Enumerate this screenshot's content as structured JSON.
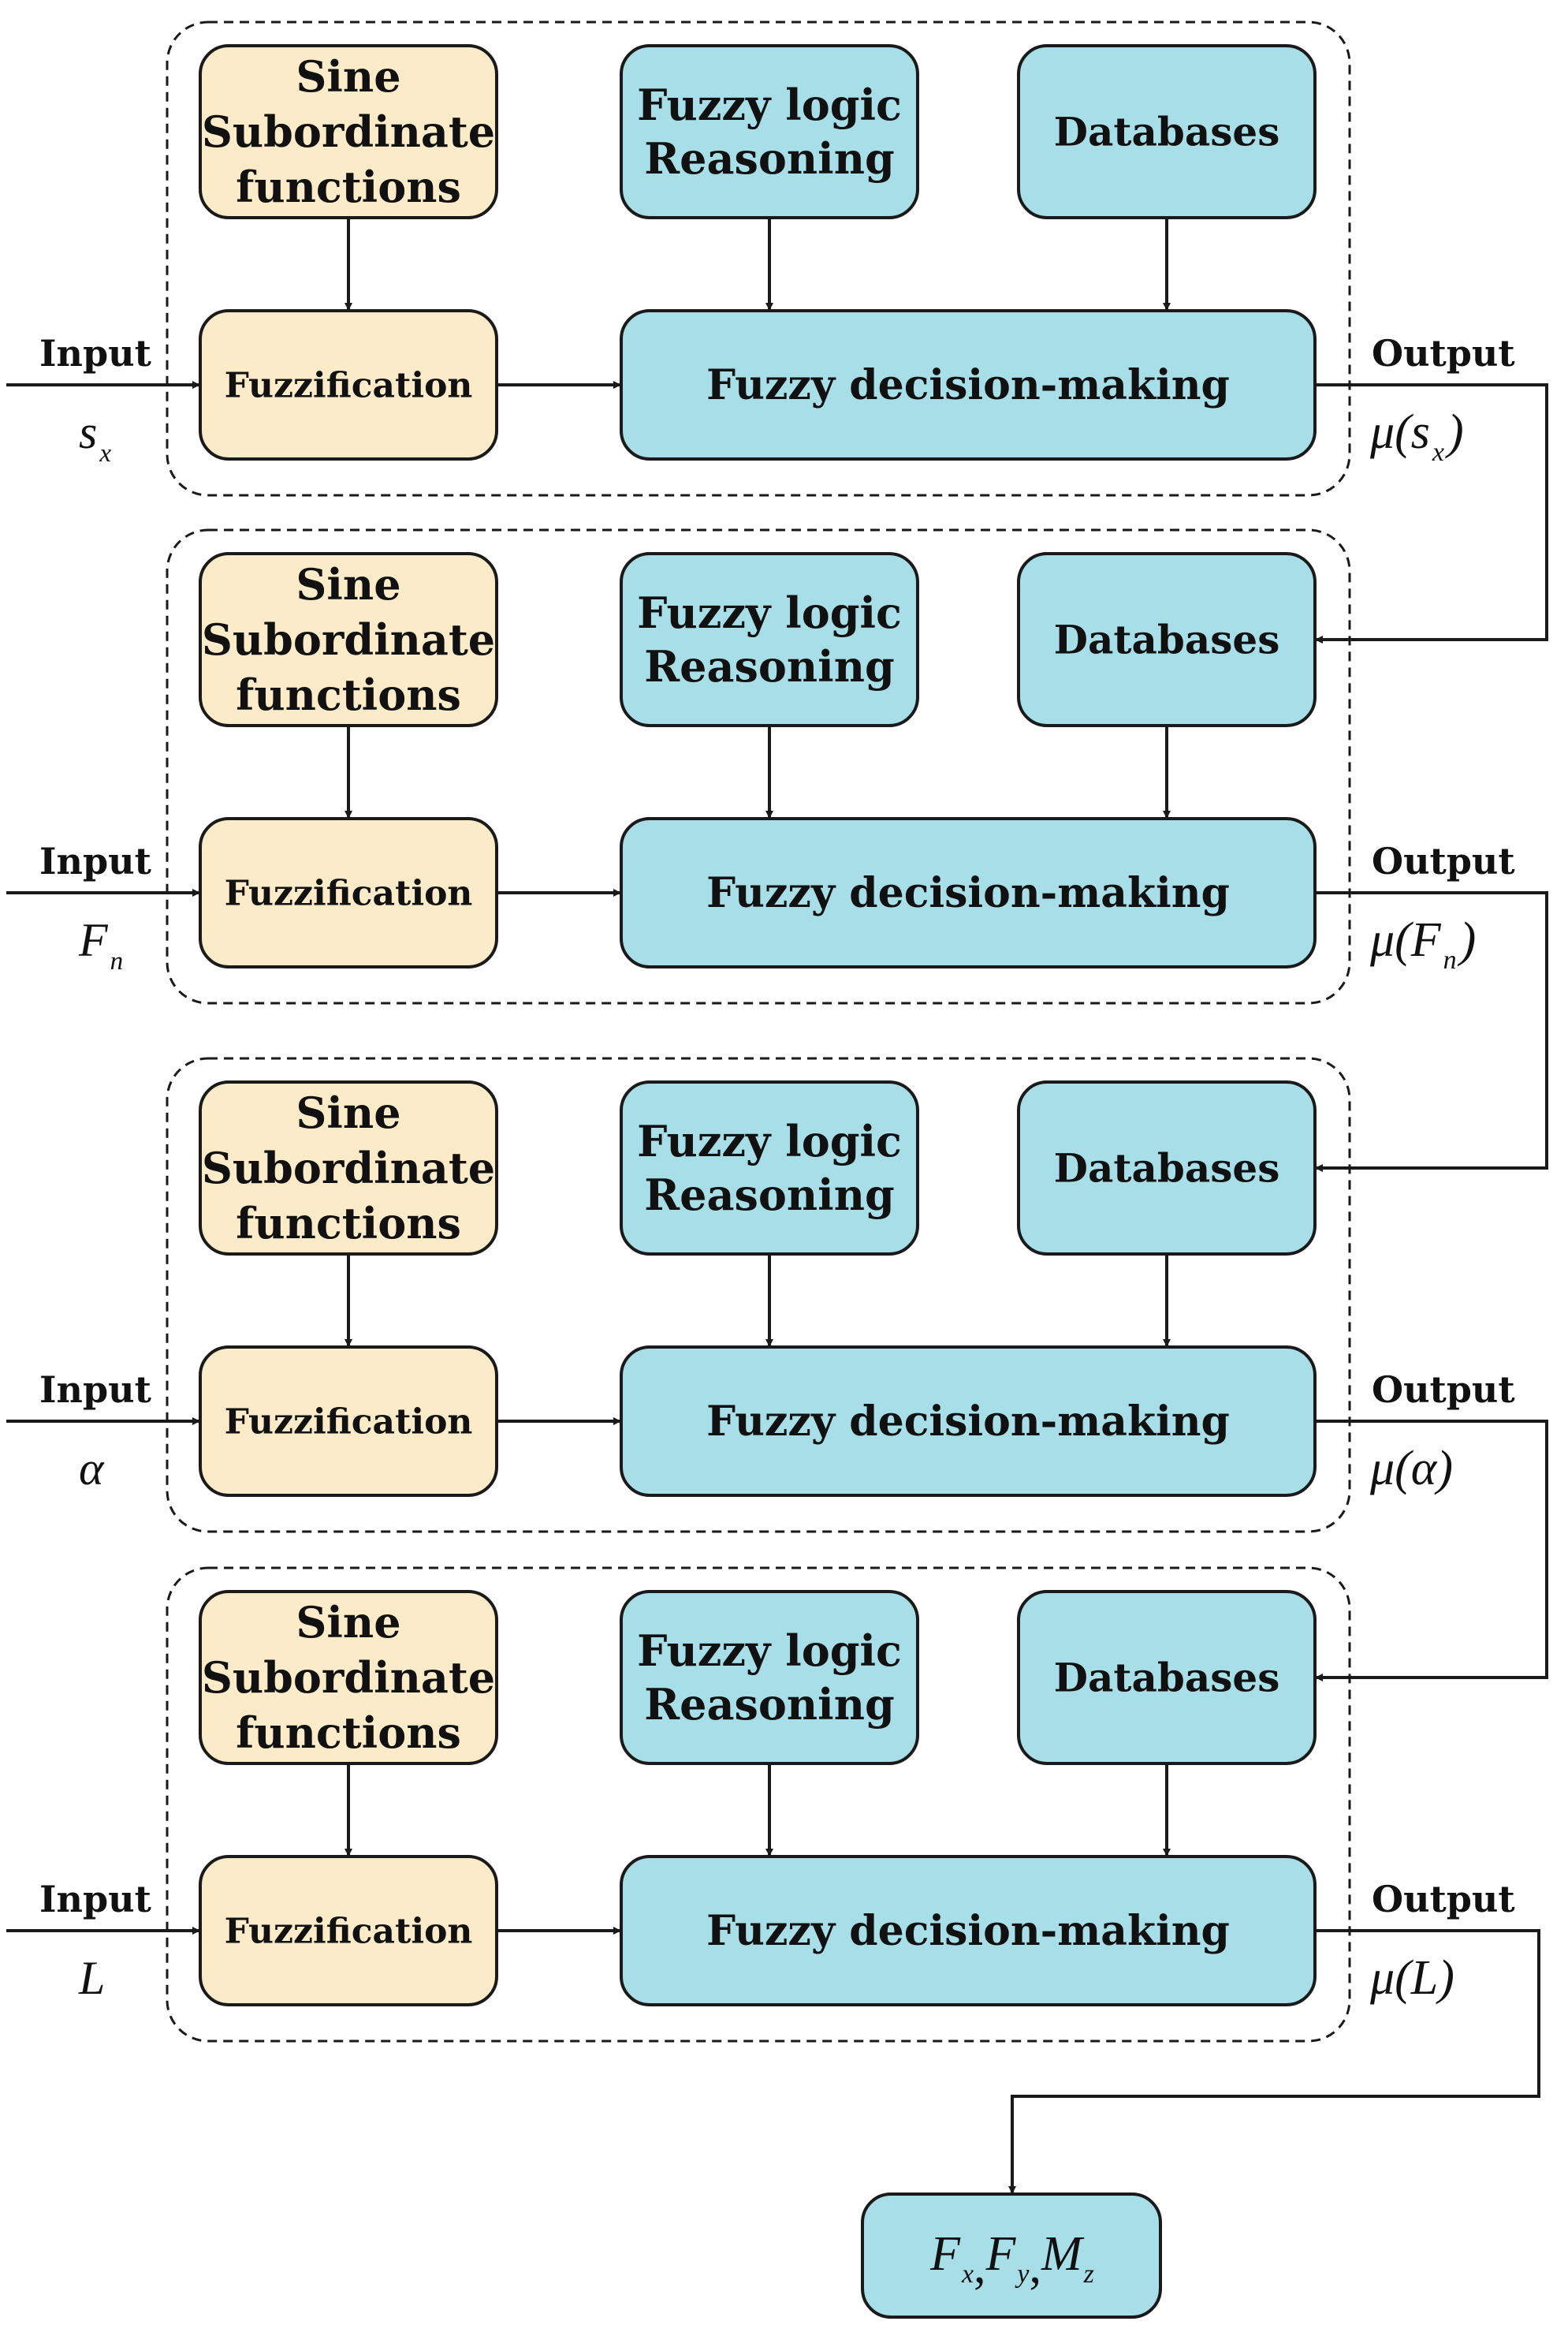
{
  "colors": {
    "tan_fill": "#FCEBC8",
    "blue_fill": "#A7DEE8",
    "stroke": "#1A1A1A"
  },
  "stages": [
    {
      "sine_lines": [
        "Sine",
        "Subordinate",
        "functions"
      ],
      "fuzzy_lines": [
        "Fuzzy logic",
        "Reasoning"
      ],
      "databases": "Databases",
      "fuzzification": "Fuzzification",
      "decision": "Fuzzy decision-making",
      "input_label": "Input",
      "input_symbol": "s",
      "input_sub": "x",
      "output_label": "Output",
      "output_mu": "μ(",
      "output_symbol": "s",
      "output_sub": "x",
      "output_close": ")"
    },
    {
      "sine_lines": [
        "Sine",
        "Subordinate",
        "functions"
      ],
      "fuzzy_lines": [
        "Fuzzy logic",
        "Reasoning"
      ],
      "databases": "Databases",
      "fuzzification": "Fuzzification",
      "decision": "Fuzzy decision-making",
      "input_label": "Input",
      "input_symbol": "F",
      "input_sub": "n",
      "output_label": "Output",
      "output_mu": "μ(",
      "output_symbol": "F",
      "output_sub": "n",
      "output_close": ")"
    },
    {
      "sine_lines": [
        "Sine",
        "Subordinate",
        "functions"
      ],
      "fuzzy_lines": [
        "Fuzzy logic",
        "Reasoning"
      ],
      "databases": "Databases",
      "fuzzification": "Fuzzification",
      "decision": "Fuzzy decision-making",
      "input_label": "Input",
      "input_symbol": "α",
      "input_sub": "",
      "output_label": "Output",
      "output_mu": "μ(",
      "output_symbol": "α",
      "output_sub": "",
      "output_close": ")"
    },
    {
      "sine_lines": [
        "Sine",
        "Subordinate",
        "functions"
      ],
      "fuzzy_lines": [
        "Fuzzy logic",
        "Reasoning"
      ],
      "databases": "Databases",
      "fuzzification": "Fuzzification",
      "decision": "Fuzzy decision-making",
      "input_label": "Input",
      "input_symbol": "L",
      "input_sub": "",
      "output_label": "Output",
      "output_mu": "μ(",
      "output_symbol": "L",
      "output_sub": "",
      "output_close": ")"
    }
  ],
  "final": {
    "terms": [
      {
        "symbol": "F",
        "sub": "x",
        "sep": ","
      },
      {
        "symbol": "F",
        "sub": "y",
        "sep": ","
      },
      {
        "symbol": "M",
        "sub": "z",
        "sep": ""
      }
    ]
  }
}
